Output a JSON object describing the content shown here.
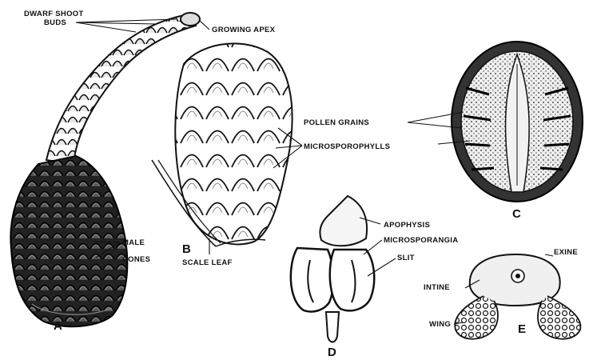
{
  "figure": {
    "labels": {
      "dwarf_shoot_buds_1": "DWARF SHOOT",
      "dwarf_shoot_buds_2": "BUDS",
      "growing_apex": "GROWING APEX",
      "male_cones_1": "MALE",
      "male_cones_2": "CONES",
      "pollen_grains": "POLLEN GRAINS",
      "microsporophylls": "MICROSPOROPHYLLS",
      "scale_leaf": "SCALE LEAF",
      "apophysis": "APOPHYSIS",
      "microsporangia": "MICROSPORANGIA",
      "slit": "SLIT",
      "exine": "EXINE",
      "intine": "INTINE",
      "wing": "WING"
    },
    "panel_letters": {
      "a": "A",
      "b": "B",
      "c": "C",
      "d": "D",
      "e": "E"
    }
  }
}
